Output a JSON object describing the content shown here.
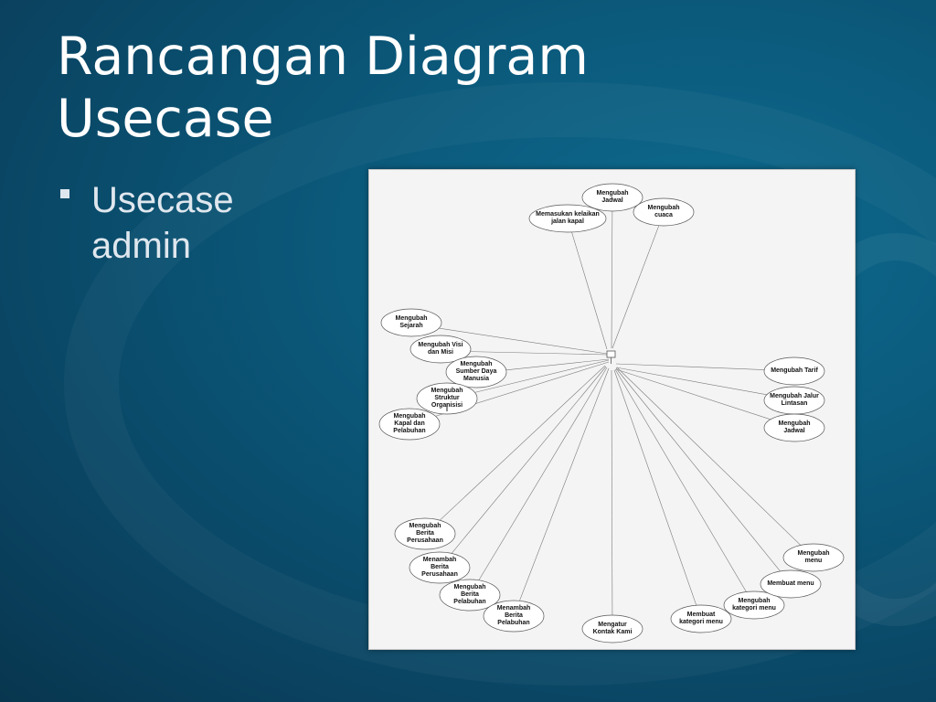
{
  "slide": {
    "title": "Rancangan Diagram Usecase",
    "bullets": [
      "Usecase admin"
    ]
  },
  "diagram": {
    "actor": {},
    "use_cases": [
      "Mengubah\nJadwal",
      "Mengubah\ncuaca",
      "Memasukan kelaikan\njalan kapal",
      "Mengubah\nSejarah",
      "Mengubah Visi\ndan Misi",
      "Mengubah\nSumber Daya\nManusia",
      "Mengubah\nStruktur\nOrganisisi",
      "Mengubah\nKapal dan\nPelabuhan",
      "Mengubah Tarif",
      "Mengubah Jalur\nLintasan",
      "Mengubah\nJadwal",
      "Mengubah\nBerita\nPerusahaan",
      "Menambah\nBerita\nPerusahaan",
      "Mengubah\nBerita\nPelabuhan",
      "Menambah\nBerita\nPelabuhan",
      "Mengatur\nKontak Kami",
      "Membuat\nkategori menu",
      "Mengubah\nkategori menu",
      "Membuat menu",
      "Mengubah menu"
    ]
  }
}
